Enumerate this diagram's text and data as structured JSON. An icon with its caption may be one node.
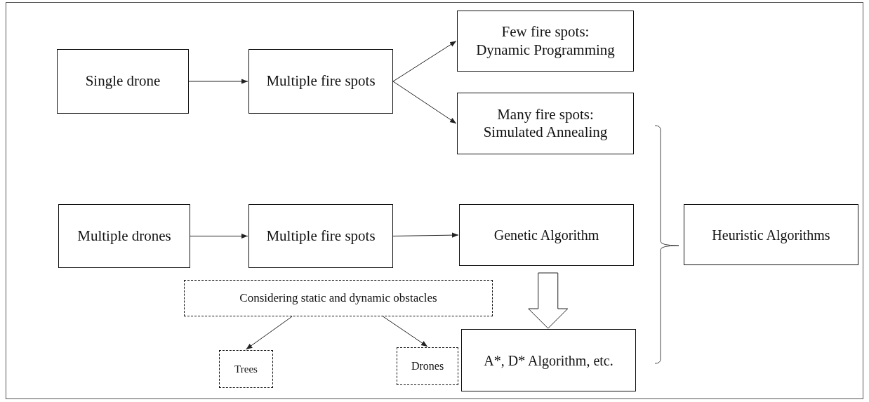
{
  "diagram": {
    "nodes": [
      {
        "text": [
          "Single drone"
        ]
      },
      {
        "text": [
          "Multiple fire spots"
        ]
      },
      {
        "text": [
          "Few fire spots: Dynamic Programming"
        ]
      },
      {
        "text": [
          "Many fire spots: Simulated Annealing"
        ]
      },
      {
        "text": [
          "Multiple drones"
        ]
      },
      {
        "text": [
          "Multiple fire spots"
        ]
      },
      {
        "text": [
          "Genetic Algorithm"
        ]
      },
      {
        "text": [
          "Heuristic Algorithms"
        ]
      },
      {
        "text": [
          "Considering static and dynamic obstacles"
        ]
      },
      {
        "text": [
          "Trees"
        ]
      },
      {
        "text": [
          "Drones"
        ]
      },
      {
        "text": [
          "A*, D* Algorithm, etc."
        ]
      }
    ],
    "edges": [
      {
        "from": 0,
        "to": 1,
        "arrow": "to"
      },
      {
        "from": 1,
        "to": 2,
        "arrow": "to"
      },
      {
        "from": 1,
        "to": 3,
        "arrow": "to"
      },
      {
        "from": 4,
        "to": 5,
        "arrow": "to"
      },
      {
        "from": 5,
        "to": 6,
        "arrow": "to"
      },
      {
        "from": 6,
        "to": 11,
        "arrow": "to",
        "style": "thick"
      },
      {
        "from": 8,
        "to": 9,
        "arrow": "to"
      },
      {
        "from": 8,
        "to": 10,
        "arrow": "to"
      }
    ]
  }
}
